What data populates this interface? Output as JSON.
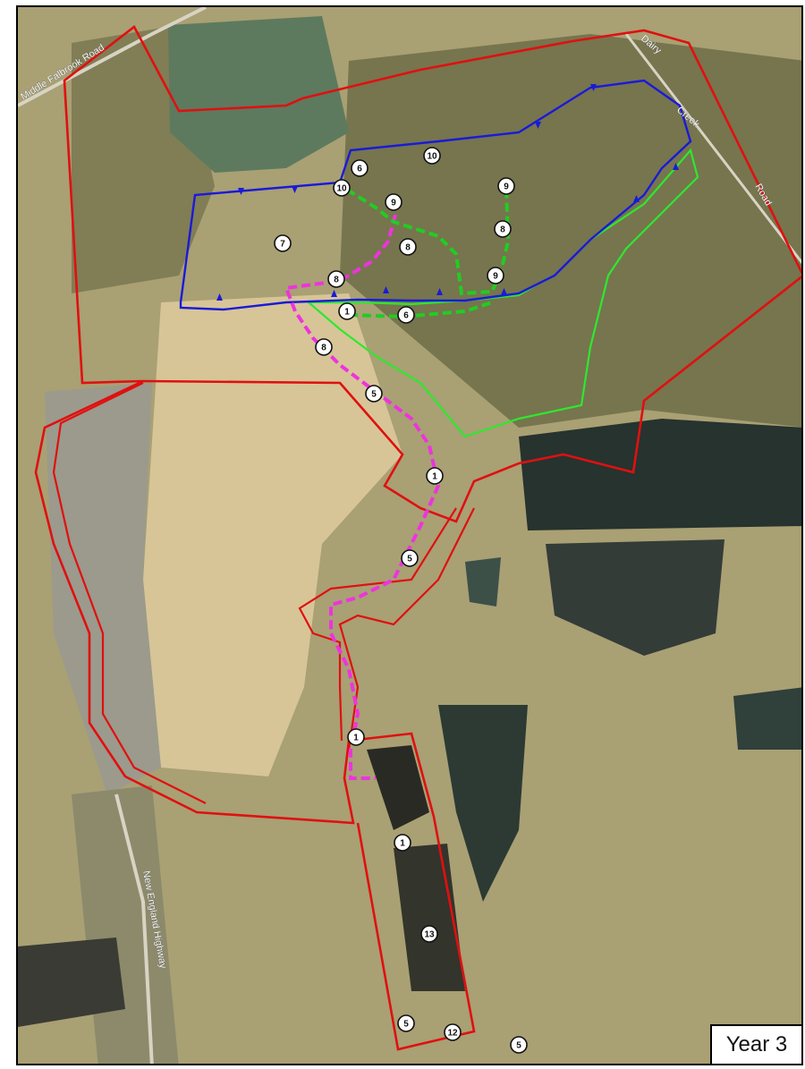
{
  "map": {
    "year_label": "Year 3",
    "road_labels": {
      "road_nw": "Middle Falbrook Road",
      "road_ne_1": "Dairy",
      "road_ne_2": "Creek",
      "road_ne_3": "Road",
      "road_south": "New England Highway"
    },
    "markers": [
      "6",
      "10",
      "10",
      "9",
      "9",
      "7",
      "8",
      "8",
      "9",
      "8",
      "1",
      "6",
      "8",
      "5",
      "1",
      "5",
      "1",
      "1",
      "13",
      "5",
      "12",
      "5"
    ],
    "colors": {
      "boundary": "#e01010",
      "catchment": "#2ee82e",
      "drain": "#1a1ad8",
      "pipeline_magenta": "#ee33dd",
      "pipeline_green": "#22cc22",
      "water_dark": "#26332e",
      "marker_fill": "#ffffff"
    }
  }
}
